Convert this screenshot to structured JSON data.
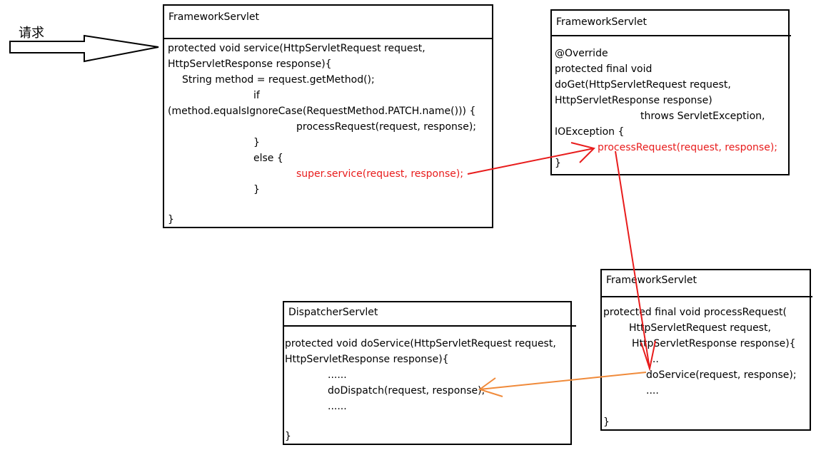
{
  "request_label": "请求",
  "box1": {
    "title": "FrameworkServlet",
    "lines": [
      "protected void service(HttpServletRequest request,",
      "HttpServletResponse response){",
      "String method = request.getMethod();",
      "if",
      "(method.equalsIgnoreCase(RequestMethod.PATCH.name())) {",
      "processRequest(request, response);",
      "}",
      "else {",
      "super.service(request, response);",
      "}",
      "}"
    ]
  },
  "box2": {
    "title": "FrameworkServlet",
    "lines": [
      "@Override",
      "protected final void",
      "doGet(HttpServletRequest request,",
      "HttpServletResponse response)",
      "throws ServletException,",
      "IOException {",
      "processRequest(request, response);",
      "}"
    ]
  },
  "box3": {
    "title": "FrameworkServlet",
    "lines": [
      "protected final void processRequest(",
      "HttpServletRequest request,",
      "HttpServletResponse response){",
      "....",
      "doService(request, response);",
      "....",
      "}"
    ]
  },
  "box4": {
    "title": "DispatcherServlet",
    "lines": [
      "protected void doService(HttpServletRequest request,",
      "HttpServletResponse response){",
      "......",
      "doDispatch(request, response);",
      "......",
      "}"
    ]
  },
  "colors": {
    "red": "#e81c1c",
    "orange": "#f08a3a",
    "black": "#000000"
  }
}
